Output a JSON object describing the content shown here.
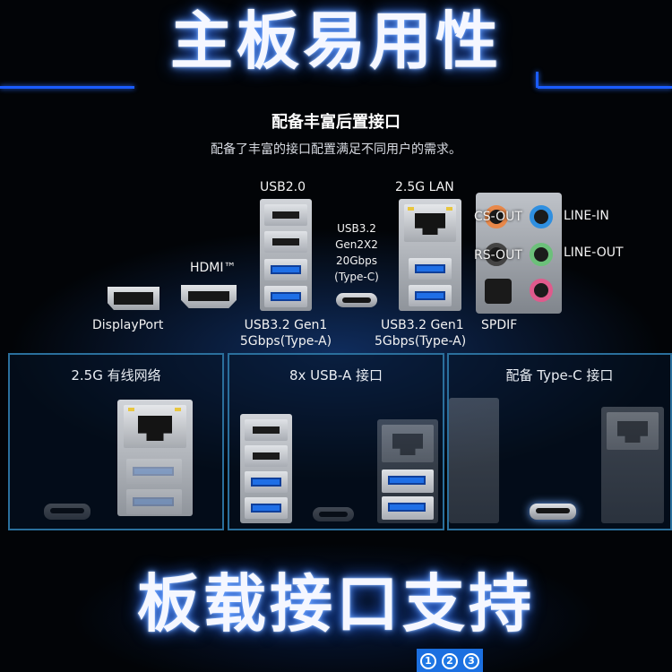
{
  "header": {
    "title": "主板易用性"
  },
  "section": {
    "title": "配备丰富后置接口",
    "description": "配备了丰富的接口配置满足不同用户的需求。"
  },
  "port_labels": {
    "usb20": "USB2.0",
    "hdmi": "HDMI™",
    "displayport": "DisplayPort",
    "usb32_typec_line1": "USB3.2",
    "usb32_typec_line2": "Gen2X2",
    "usb32_typec_line3": "20Gbps",
    "usb32_typec_line4": "(Type-C)",
    "lan": "2.5G LAN",
    "usb32_gen1_a_line1": "USB3.2 Gen1",
    "usb32_gen1_a_line2": "5Gbps(Type-A)",
    "usb32_gen1_b_line1": "USB3.2 Gen1",
    "usb32_gen1_b_line2": "5Gbps(Type-A)",
    "spdif": "SPDIF",
    "cs_out": "CS-OUT",
    "rs_out": "RS-OUT",
    "line_in": "LINE-IN",
    "line_out": "LINE-OUT"
  },
  "feature_panels": [
    {
      "title": "2.5G 有线网络"
    },
    {
      "title": "8x USB-A 接口"
    },
    {
      "title": "配备 Type-C 接口"
    }
  ],
  "footer": {
    "title": "板载接口支持",
    "badges": [
      "1",
      "2",
      "3"
    ]
  },
  "colors": {
    "accent_blue": "#1f6fe6",
    "jack_line_in": "#2f8fe0",
    "jack_line_out": "#6cc07a",
    "jack_mic": "#e05a8c",
    "jack_cs_out": "#e8884a"
  },
  "icons": [
    "rj45-port-icon",
    "usb-a-port-icon",
    "usb-c-port-icon",
    "hdmi-port-icon",
    "displayport-icon",
    "audio-jack-icon",
    "spdif-port-icon"
  ]
}
